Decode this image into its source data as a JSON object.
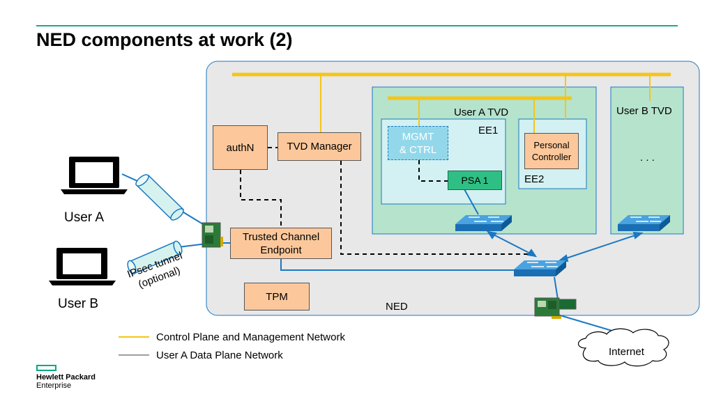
{
  "title": "NED components at work (2)",
  "labels": {
    "user_a": "User A",
    "user_b": "User B",
    "ipsec_line1": "IPsec tunnel",
    "ipsec_line2": "(optional)",
    "ned": "NED",
    "user_a_tvd": "User A TVD",
    "user_b_tvd": "User B TVD",
    "ee1": "EE1",
    "ee2": "EE2",
    "ellipsis": ". . .",
    "internet": "Internet"
  },
  "components": {
    "authn": "authN",
    "tvd_manager": "TVD Manager",
    "trusted_channel_line1": "Trusted Channel",
    "trusted_channel_line2": "Endpoint",
    "tpm": "TPM",
    "mgmt_line1": "MGMT",
    "mgmt_line2": "& CTRL",
    "psa1": "PSA 1",
    "personal_line1": "Personal",
    "personal_line2": "Controller"
  },
  "legend": {
    "control_plane": "Control Plane and Management Network",
    "data_plane": "User A Data Plane Network",
    "control_color": "#f5c518",
    "data_color": "#9e9e9e"
  },
  "logo": {
    "line1": "Hewlett Packard",
    "line2": "Enterprise"
  },
  "colors": {
    "ned_bg": "#e8e8e8",
    "tvd_bg": "#b6e3cc",
    "ee_bg": "#d3f0f2",
    "component": "#fcc89b",
    "psa": "#2fbf84",
    "mgmt": "#93d8ea",
    "switch": "#1a78c2",
    "link": "#1a78c2",
    "accent": "#01a982"
  }
}
